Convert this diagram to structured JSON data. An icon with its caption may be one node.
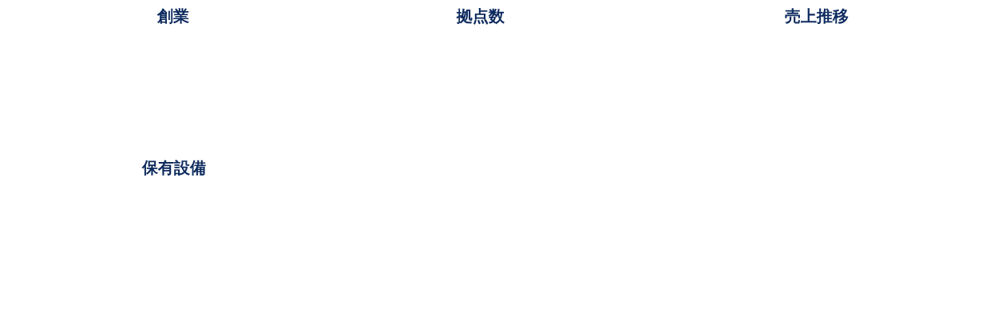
{
  "diagram": {
    "labels": [
      "創業",
      "拠点数",
      "売上推移",
      "保有設備"
    ]
  }
}
